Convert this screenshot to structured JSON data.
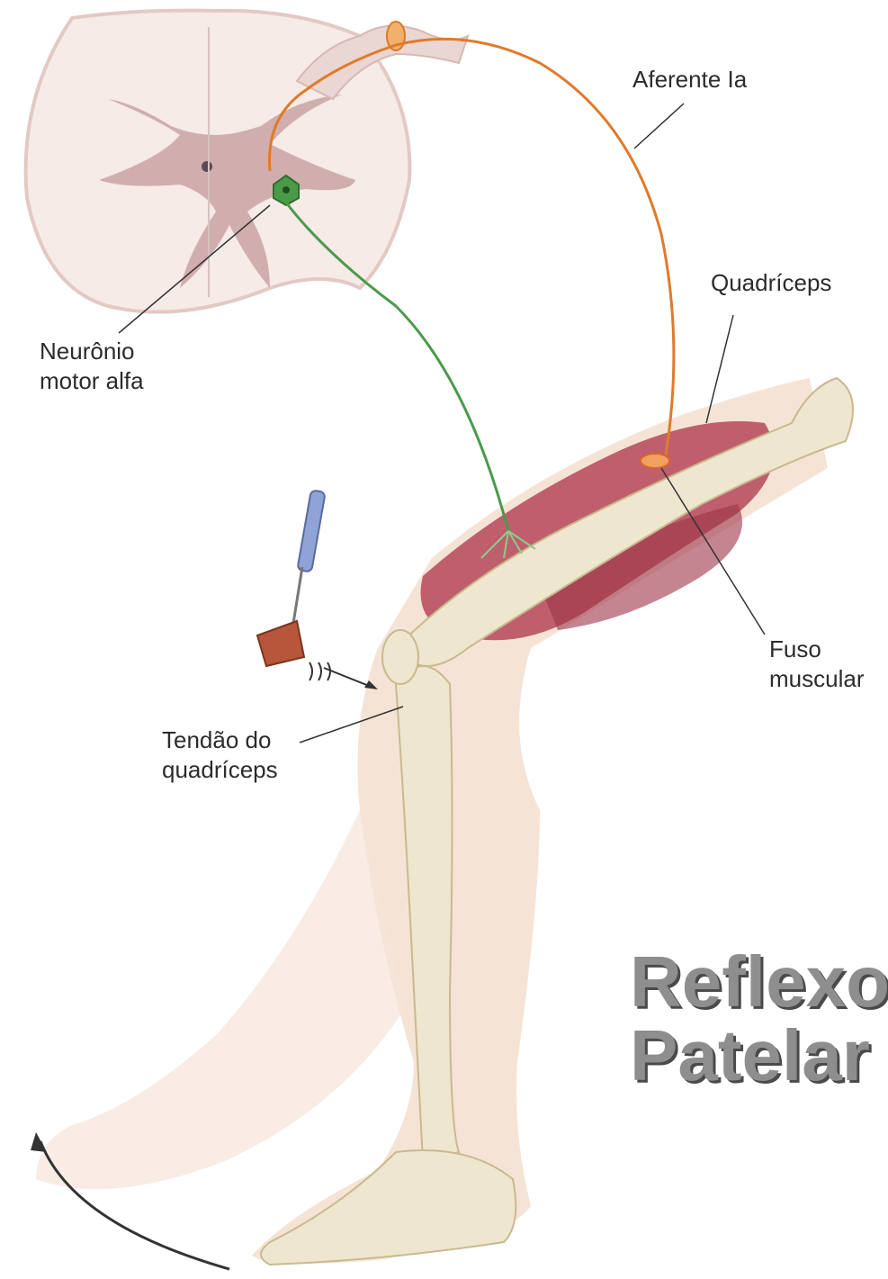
{
  "labels": {
    "afferent": "Aferente Ia",
    "quadriceps": "Quadríceps",
    "motor_neuron": [
      "Neurônio",
      "motor alfa"
    ],
    "muscle_spindle": [
      "Fuso",
      "muscular"
    ],
    "tendon": [
      "Tendão do",
      "quadríceps"
    ]
  },
  "title": [
    "Reflexo",
    "Patelar"
  ],
  "colors": {
    "afferent_fiber": "#e07a2a",
    "motor_fiber": "#4a9a4a",
    "muscle": "#b5485a",
    "spinal_cord": "#c9a3a3",
    "bone": "#efe6cf",
    "skin": "#f0cfb8"
  }
}
